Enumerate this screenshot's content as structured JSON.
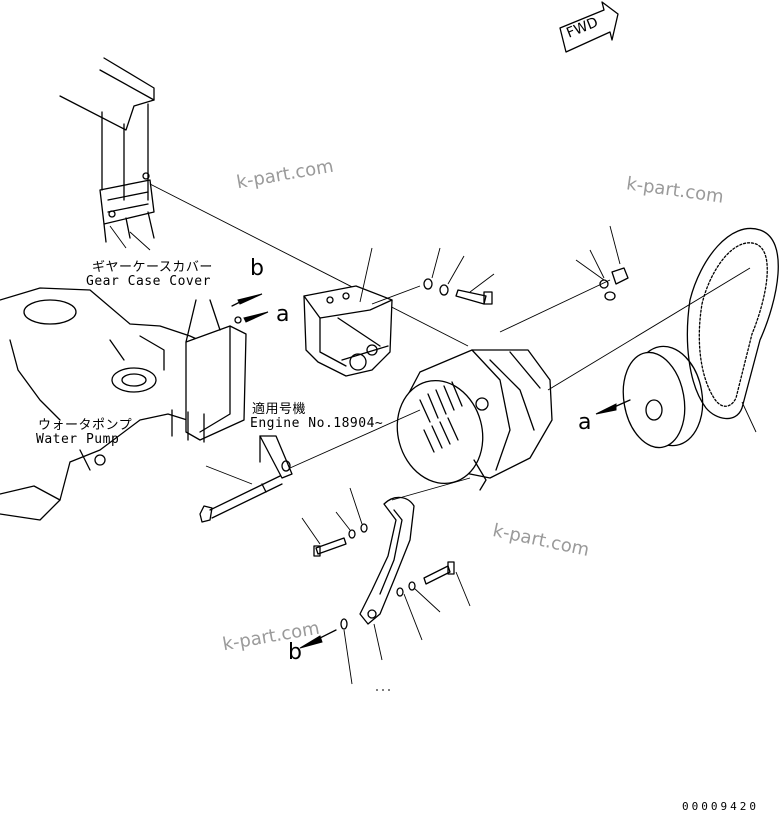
{
  "direction_tag": "FWD",
  "labels": {
    "gear_case_cover_jp": "ギヤーケースカバー",
    "gear_case_cover_en": "Gear Case Cover",
    "water_pump_jp": "ウォータポンプ",
    "water_pump_en": "Water Pump",
    "applicable_jp": "適用号機",
    "engine_no": "Engine No.18904~"
  },
  "callout_letters": {
    "b_upper": "b",
    "a_upper": "a",
    "a_pulley": "a",
    "b_lower": "b"
  },
  "watermarks": [
    "k-part.com",
    "k-part.com",
    "k-part.com",
    "k-part.com"
  ],
  "drawing_number": "00009420",
  "icons": {
    "fwd_arrow": "direction-arrow-icon"
  }
}
